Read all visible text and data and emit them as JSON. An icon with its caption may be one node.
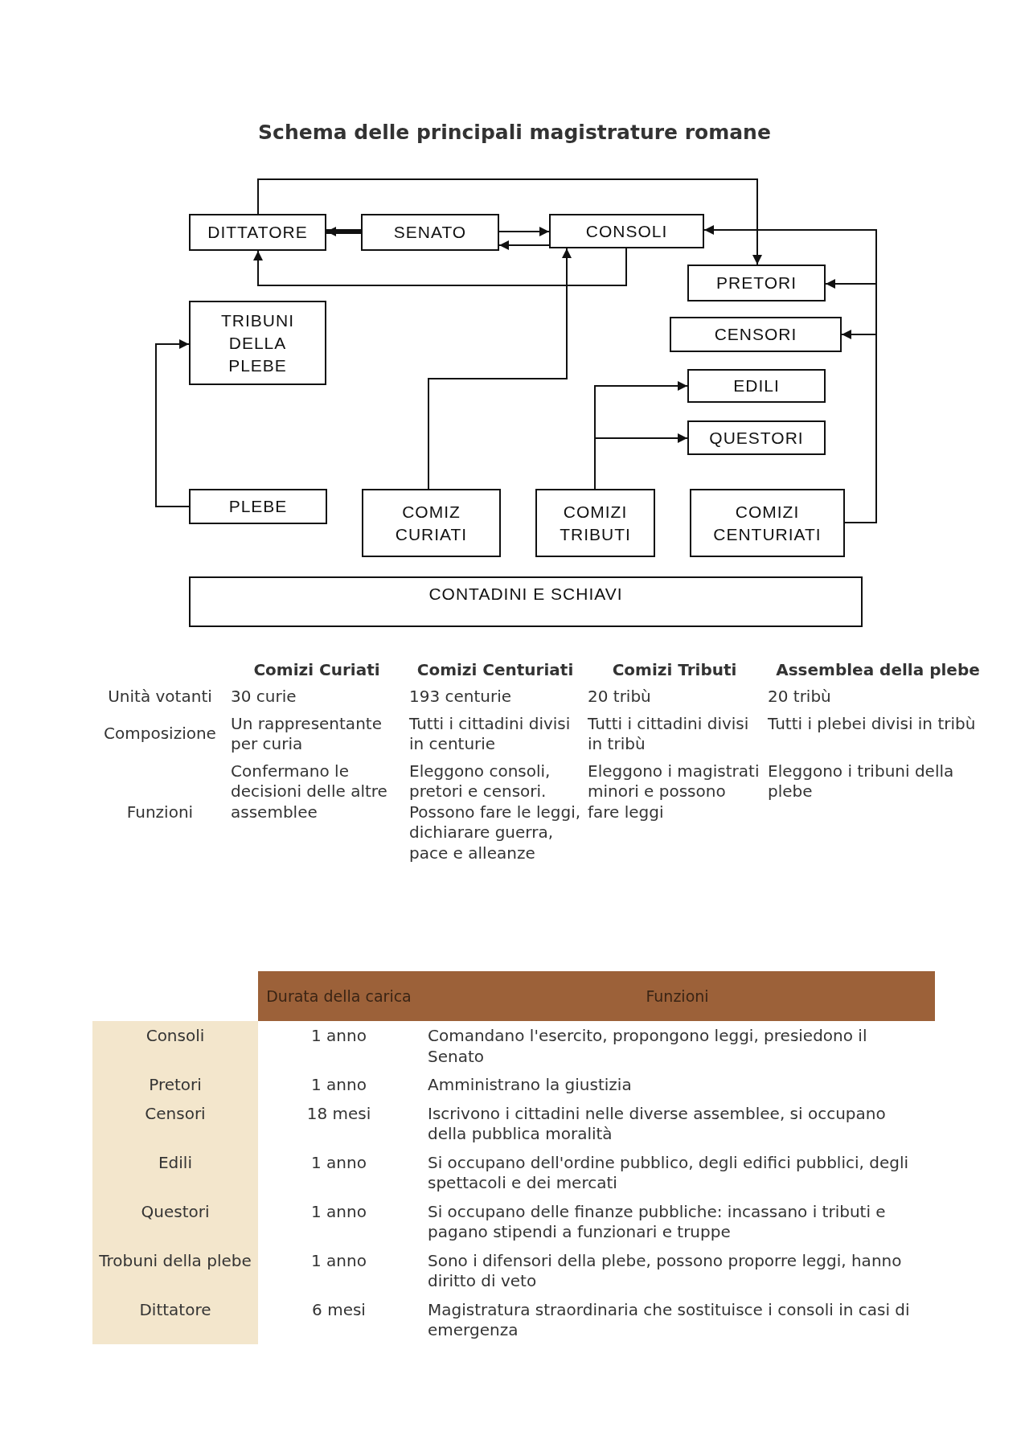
{
  "diagram": {
    "title": "Schema delle principali magistrature romane",
    "nodes": [
      {
        "text": [
          "DITTATORE"
        ]
      },
      {
        "text": [
          "SENATO"
        ]
      },
      {
        "text": [
          "CONSOLI"
        ]
      },
      {
        "text": [
          "PRETORI"
        ]
      },
      {
        "text": [
          "TRIBUNI DELLA PLEBE"
        ]
      },
      {
        "text": [
          "CENSORI"
        ]
      },
      {
        "text": [
          "EDILI"
        ]
      },
      {
        "text": [
          "QUESTORI"
        ]
      },
      {
        "text": [
          "PLEBE"
        ]
      },
      {
        "text": [
          "COMIZ CURIATI"
        ]
      },
      {
        "text": [
          "COMIZI TRIBUTI"
        ]
      },
      {
        "text": [
          "COMIZI CENTURIATI"
        ]
      },
      {
        "text": [
          "CONTADINI E SCHIAVI"
        ]
      }
    ],
    "edges": [
      {
        "from": 1,
        "to": 0,
        "arrow": "to",
        "style": "thick"
      },
      {
        "from": 1,
        "to": 2,
        "arrow": "to"
      },
      {
        "from": 2,
        "to": 1,
        "arrow": "to"
      },
      {
        "from": 0,
        "to": 3,
        "arrow": "to"
      },
      {
        "from": 2,
        "to": 0,
        "arrow": "to"
      },
      {
        "from": 9,
        "to": 2,
        "arrow": "to"
      },
      {
        "from": 11,
        "to": 2,
        "arrow": "to"
      },
      {
        "from": 11,
        "to": 3,
        "arrow": "to"
      },
      {
        "from": 11,
        "to": 5,
        "arrow": "to"
      },
      {
        "from": 10,
        "to": 6,
        "arrow": "to"
      },
      {
        "from": 10,
        "to": 7,
        "arrow": "to"
      },
      {
        "from": 8,
        "to": 4,
        "arrow": "to"
      }
    ],
    "labels": [
      "Comizi Curiati",
      "Comizi Centuriati",
      "Comizi Tributi",
      "Assemblea della plebe",
      "Unità votanti",
      "30 curie",
      "193 centurie",
      "20 tribù",
      "20 tribù",
      "Composizione",
      "Un rappresentante per curia",
      "Tutti i cittadini divisi in centurie",
      "Tutti i cittadini divisi in tribù",
      "Tutti i plebei divisi in tribù",
      "Funzioni",
      "Confermano le decisioni delle altre assemblee",
      "Eleggono consoli, pretori e censori. Possono fare le leggi, dichiarare guerra, pace e alleanze",
      "Eleggono i magistrati minori e possono fare leggi",
      "Eleggono i tribuni della plebe",
      "Durata della carica",
      "Funzioni",
      "Consoli",
      "1 anno",
      "Comandano l'esercito, propongono leggi, presiedono il Senato",
      "Pretori",
      "1 anno",
      "Amministrano la giustizia",
      "Censori",
      "18 mesi",
      "Iscrivono i cittadini nelle diverse assemblee, si occupano della pubblica moralità",
      "Edili",
      "1 anno",
      "Si occupano dell'ordine pubblico, degli edifici pubblici, degli spettacoli e dei mercati",
      "Questori",
      "1 anno",
      "Si occupano delle finanze pubbliche: incassano i tributi e pagano stipendi a funzionari e truppe",
      "Trobuni della plebe",
      "1 anno",
      "Sono i difensori della plebe, possono proporre leggi, hanno diritto di veto",
      "Dittatore",
      "6 mesi",
      "Magistratura straordinaria che sostituisce i consoli in casi di emergenza"
    ]
  }
}
